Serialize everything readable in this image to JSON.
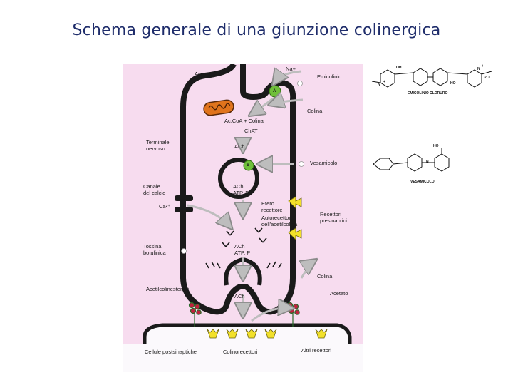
{
  "title": "Schema generale di una giunzione colinergica",
  "labels": {
    "assone": "Assone",
    "na": "Na+",
    "emicolinio": "Emicolinio",
    "acetil_coa": "Ac.CoA + Colina",
    "chat": "ChAT",
    "colina_top": "Colina",
    "terminale": "Terminale\nnervoso",
    "ach_top": "ACh",
    "vesamicolo": "Vesamicolo",
    "canale_calcio": "Canale\ndel calcio",
    "ca": "Ca²⁺",
    "ach_vesicle": "ACh\nATP, P",
    "etero": "Etero\nrecettore",
    "autorecettore": "Autorecettore\ndell'acetilcolina",
    "recettori_pre": "Recettori\npresinaptici",
    "tossina": "Tossina\nbotulinica",
    "ach_release": "ACh\nATP, P",
    "colina_bottom": "Colina",
    "acetilcolinesterasi": "Acetilcolinesterasi",
    "ach_cleft": "ACh",
    "acetato": "Acetato",
    "cellule": "Cellule postsinaptiche",
    "colinorecettori": "Colinorecettori",
    "altri": "Altri recettori",
    "badge_a": "A",
    "badge_b": "B"
  },
  "structures": {
    "emicolinio": {
      "name": "EMICOLINIO CLORURO",
      "charges": [
        "+",
        "+"
      ],
      "atoms": [
        "OH",
        "HO",
        "N",
        "N",
        "2Cl"
      ]
    },
    "vesamicolo": {
      "name": "VESAMICOLO",
      "atoms": [
        "HO",
        "N"
      ]
    }
  },
  "colors": {
    "title": "#1f2d6b",
    "background": "#f7dcef",
    "membrane": "#1a1a1a",
    "arrow": "#c9c9c9",
    "receptor": "#f2e02a",
    "transporter": "#6fbf3a",
    "mitochondrion": "#e0741c",
    "postsynaptic": "#fbf9fc"
  }
}
